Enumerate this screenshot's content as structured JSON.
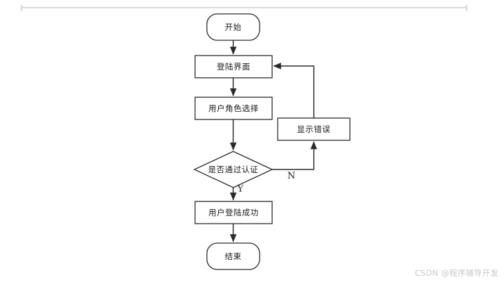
{
  "diagram": {
    "type": "flowchart",
    "title": "",
    "orientation": "top-to-bottom",
    "colors": {
      "stroke": "#2b2b2b",
      "fill": "#ffffff",
      "text": "#1a1a1a",
      "page_rule": "#c0c0c0",
      "watermark": "#c9c9c9"
    },
    "nodes": [
      {
        "id": "start",
        "label": "开始",
        "shape": "rounded-terminator"
      },
      {
        "id": "login",
        "label": "登陆界面",
        "shape": "rectangle"
      },
      {
        "id": "role",
        "label": "用户角色选择",
        "shape": "rectangle"
      },
      {
        "id": "auth",
        "label": "是否通过认证",
        "shape": "diamond"
      },
      {
        "id": "error",
        "label": "显示错误",
        "shape": "rectangle"
      },
      {
        "id": "success",
        "label": "用户登陆成功",
        "shape": "rectangle"
      },
      {
        "id": "end",
        "label": "结束",
        "shape": "rounded-terminator"
      }
    ],
    "edges": [
      {
        "from": "start",
        "to": "login",
        "label": ""
      },
      {
        "from": "login",
        "to": "role",
        "label": ""
      },
      {
        "from": "role",
        "to": "auth",
        "label": ""
      },
      {
        "from": "auth",
        "to": "success",
        "label": "Y"
      },
      {
        "from": "auth",
        "to": "error",
        "label": "N"
      },
      {
        "from": "error",
        "to": "login",
        "label": ""
      },
      {
        "from": "success",
        "to": "end",
        "label": ""
      }
    ],
    "branch_labels": {
      "yes": "Y",
      "no": "N"
    }
  },
  "watermark": {
    "text": "CSDN @程序辅导开发"
  }
}
